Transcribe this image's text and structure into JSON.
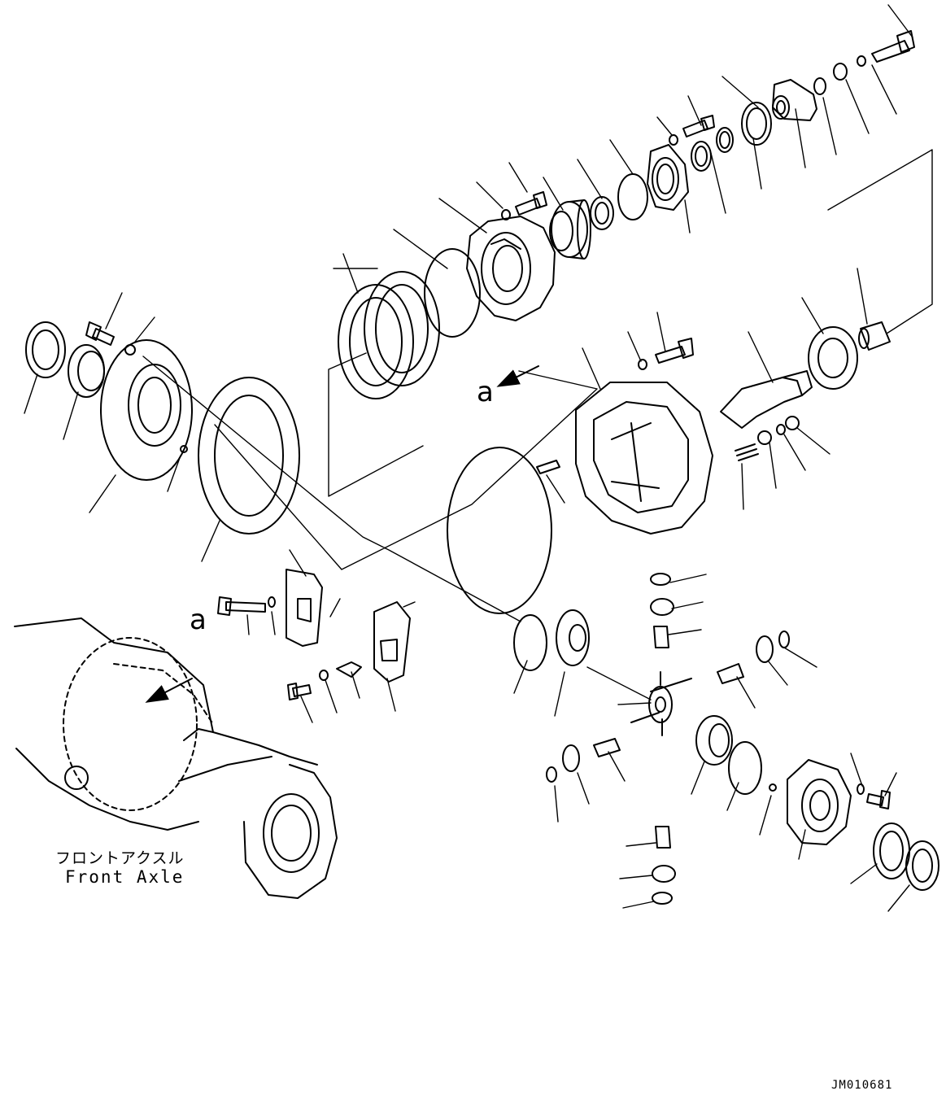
{
  "labels": {
    "view_a_top": "a",
    "view_a_bottom": "a",
    "axle_jp": "フロントアクスル",
    "axle_en": "Front Axle",
    "figure_id": "JM010681"
  },
  "icons": {
    "view_arrow": "arrow-icon"
  },
  "colors": {
    "line": "#000000",
    "background": "#ffffff"
  }
}
